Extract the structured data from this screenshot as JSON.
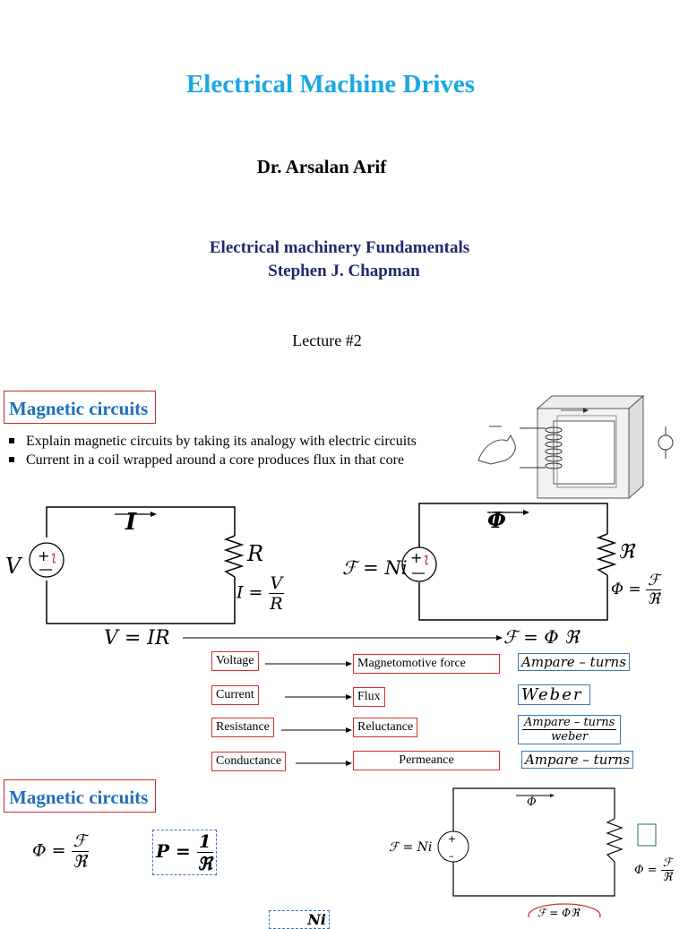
{
  "title": "Electrical Machine Drives",
  "author": "Dr. Arsalan Arif",
  "book": {
    "line1": "Electrical machinery Fundamentals",
    "line2": "Stephen J. Chapman"
  },
  "lecture": "Lecture #2",
  "section1": {
    "heading": "Magnetic circuits",
    "bullets": [
      "Explain magnetic circuits by taking its analogy with electric circuits",
      "Current in a coil wrapped around a core produces flux in that core"
    ]
  },
  "electric_circuit": {
    "source_label": "V",
    "current_label": "I",
    "resistor_label": "R",
    "ohms_law_lhs": "I =",
    "ohms_law_num": "V",
    "ohms_law_den": "R",
    "relation": "V = IR"
  },
  "magnetic_circuit": {
    "source_label": "ℱ = Ni",
    "flux_label": "Φ",
    "reluctance_label": "ℜ",
    "flux_eq_lhs": "Φ =",
    "flux_eq_num": "ℱ",
    "flux_eq_den": "ℜ",
    "relation": "ℱ = Φ ℜ"
  },
  "analogy": [
    {
      "electric": "Voltage",
      "magnetic": "Magnetomotive force",
      "unit": "Ampare – turns"
    },
    {
      "electric": "Current",
      "magnetic": "Flux",
      "unit": "Weber"
    },
    {
      "electric": "Resistance",
      "magnetic": "Reluctance",
      "unit_num": "Ampare – turns",
      "unit_den": "weber"
    },
    {
      "electric": "Conductance",
      "magnetic": "Permeance",
      "unit": "Ampare – turns"
    }
  ],
  "section2": {
    "heading": "Magnetic circuits",
    "eq1_lhs": "Φ =",
    "eq1_num": "ℱ",
    "eq1_den": "ℜ",
    "eq2_lhs": "P =",
    "eq2_num": "1",
    "eq2_den": "ℜ",
    "circuit_source": "ℱ = Ni",
    "circuit_flux": "Φ",
    "circuit_eq_lhs": "Φ =",
    "circuit_eq_num": "ℱ",
    "circuit_eq_den": "ℜ",
    "circuit_relation": "ℱ = Φℜ",
    "partial_eq": "Ni"
  },
  "colors": {
    "title": "#1aa7e6",
    "book": "#1f2a6b",
    "section_heading": "#1e6fb8",
    "box_border_red": "#d32f2f",
    "unit_box_border": "#3a78b5"
  }
}
